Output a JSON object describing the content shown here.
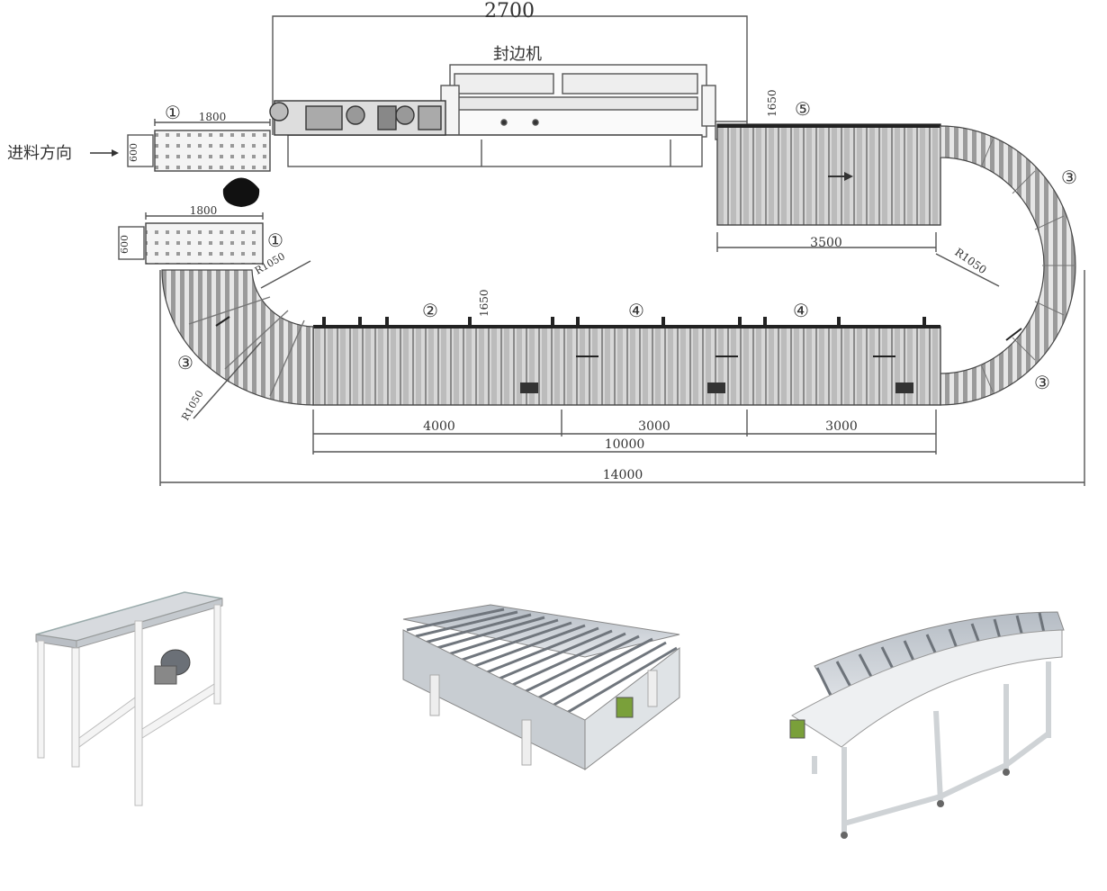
{
  "layout_drawing": {
    "dim_top": "2700",
    "machine_label": "封边机",
    "feed_label": "进料方向",
    "dim_feed_1": "1800",
    "dim_feed_2": "1800",
    "dim_side_1": "600",
    "dim_side_2": "600",
    "dim_height_1": "1650",
    "dim_height_2": "1650",
    "dim_upper_straight": "3500",
    "dim_r_right": "R1050",
    "dim_r_left_1": "R1050",
    "dim_r_left_2": "R1050",
    "dim_seg_1": "4000",
    "dim_seg_2": "3000",
    "dim_seg_3": "3000",
    "dim_sum": "10000",
    "dim_total": "14000",
    "markers": [
      "①",
      "①",
      "②",
      "③",
      "③",
      "③",
      "④",
      "④",
      "⑤"
    ]
  },
  "products": [
    {
      "icon": "rotary-table-icon"
    },
    {
      "icon": "roller-conveyor-icon"
    },
    {
      "icon": "curved-roller-conveyor-icon"
    }
  ],
  "colors": {
    "line": "#555555",
    "fill": "#c8c8c8",
    "frame": "#f0f0f0",
    "roller": "#9a9a9a"
  }
}
